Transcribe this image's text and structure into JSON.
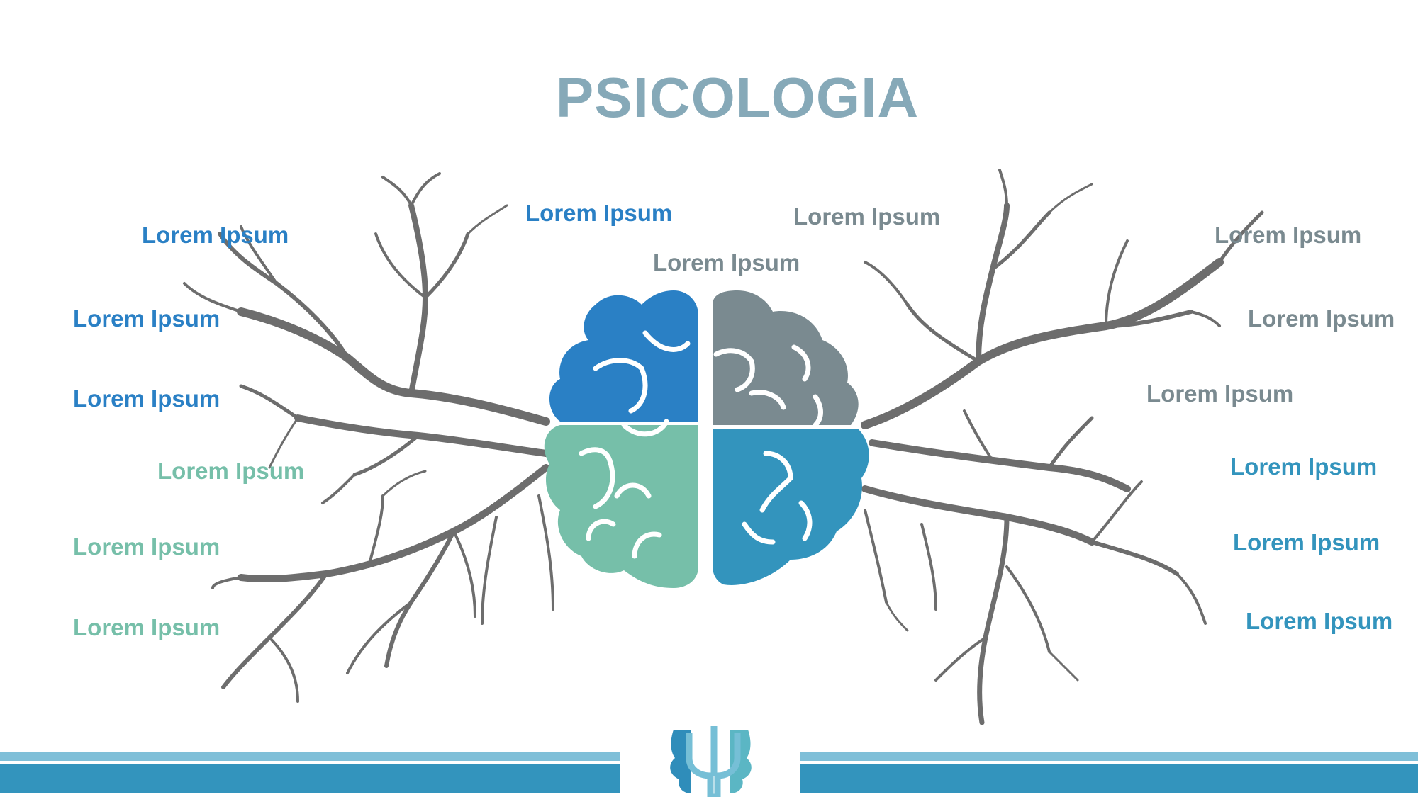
{
  "title": "PSICOLOGIA",
  "colors": {
    "title": "#86a9b8",
    "blue": "#2a80c5",
    "gray": "#7a8a90",
    "green": "#76bfa9",
    "teal": "#3394bd",
    "branch": "#6d6d6d",
    "bar_light": "#7fbfd8",
    "bar_dark": "#3394bd"
  },
  "labels": {
    "l1": "Lorem Ipsum",
    "l2": "Lorem Ipsum",
    "l3": "Lorem Ipsum",
    "l4": "Lorem Ipsum",
    "l5": "Lorem Ipsum",
    "l6": "Lorem Ipsum",
    "top_left": "Lorem Ipsum",
    "top_center": "Lorem Ipsum",
    "top_right": "Lorem Ipsum",
    "r1": "Lorem Ipsum",
    "r2": "Lorem Ipsum",
    "r3": "Lorem Ipsum",
    "r4": "Lorem Ipsum",
    "r5": "Lorem Ipsum",
    "r6": "Lorem Ipsum"
  },
  "icons": {
    "brain": "brain-icon",
    "psi_logo": "psi-logo-icon"
  }
}
